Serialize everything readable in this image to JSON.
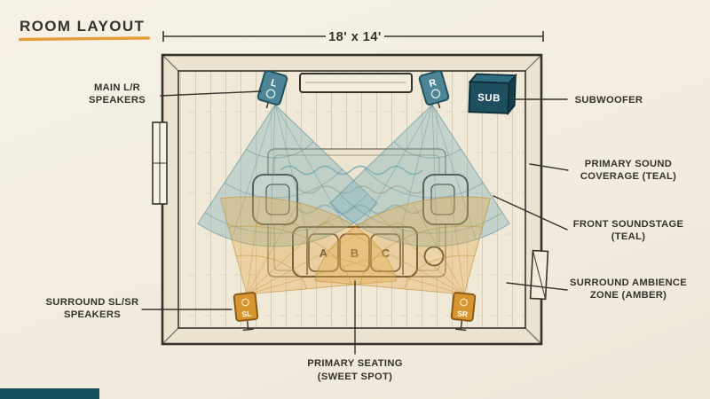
{
  "title": "ROOM LAYOUT",
  "room": {
    "dimensions": "18' x 14'"
  },
  "speakers": {
    "main_left": "L",
    "main_right": "R",
    "subwoofer": "SUB",
    "surround_left": "SL",
    "surround_right": "SR"
  },
  "seating": {
    "seats": [
      "A",
      "B",
      "C"
    ]
  },
  "callouts": {
    "main_speakers": {
      "line1": "MAIN L/R",
      "line2": "SPEAKERS"
    },
    "subwoofer": {
      "line1": "SUBWOOFER"
    },
    "primary_coverage": {
      "line1": "PRIMARY SOUND",
      "line2": "COVERAGE (TEAL)"
    },
    "front_soundstage": {
      "line1": "FRONT SOUNDSTAGE",
      "line2": "(TEAL)"
    },
    "surround_zone": {
      "line1": "SURROUND AMBIENCE",
      "line2": "ZONE (AMBER)"
    },
    "surround_speakers": {
      "line1": "SURROUND SL/SR",
      "line2": "SPEAKERS"
    },
    "primary_seating": {
      "line1": "PRIMARY SEATING",
      "line2": "(SWEET SPOT)"
    }
  },
  "colors": {
    "background": "#f3eee2",
    "ink": "#35322b",
    "accent_orange": "#e39c3a",
    "teal_zone": "#7fb2ba",
    "teal_speaker": "#4d8596",
    "sub_dark": "#1d4f5e",
    "amber_zone": "#e3ab4e",
    "amber_speaker": "#d7952f",
    "footer_bar": "#16505e"
  }
}
